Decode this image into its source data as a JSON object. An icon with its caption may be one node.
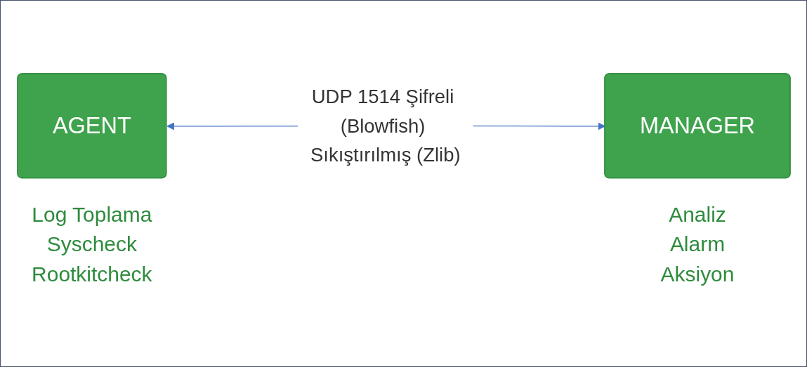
{
  "diagram": {
    "nodes": [
      {
        "text": [
          "AGENT"
        ],
        "beside": [
          "Log Toplama",
          "Syscheck",
          "Rootkitcheck"
        ]
      },
      {
        "text": [
          "MANAGER"
        ],
        "beside": [
          "Analiz",
          "Alarm",
          "Aksiyon"
        ]
      }
    ],
    "edges": [
      {
        "from": 0,
        "to": 1,
        "arrow": "both",
        "label": "UDP 1514 Şifreli (Blowfish) Sıkıştırılmış (Zlib)",
        "color": "#4472c4"
      }
    ]
  }
}
